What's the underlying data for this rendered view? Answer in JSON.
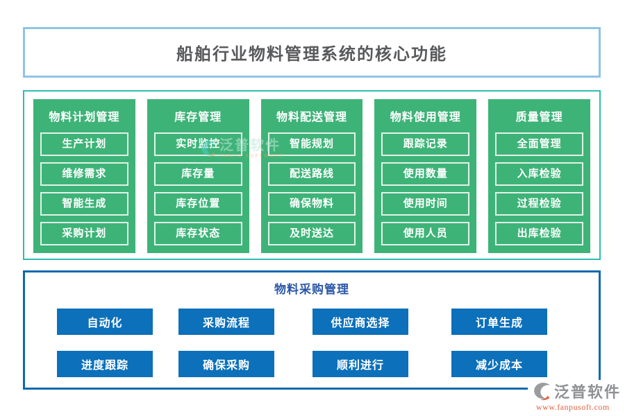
{
  "page": {
    "title": "船舶行业物料管理系统的核心功能"
  },
  "modules": [
    {
      "title": "物料计划管理",
      "items": [
        "生产计划",
        "维修需求",
        "智能生成",
        "采购计划"
      ]
    },
    {
      "title": "库存管理",
      "items": [
        "实时监控",
        "库存量",
        "库存位置",
        "库存状态"
      ]
    },
    {
      "title": "物料配送管理",
      "items": [
        "智能规划",
        "配送路线",
        "确保物料",
        "及时送达"
      ]
    },
    {
      "title": "物料使用管理",
      "items": [
        "跟踪记录",
        "使用数量",
        "使用时间",
        "使用人员"
      ]
    },
    {
      "title": "质量管理",
      "items": [
        "全面管理",
        "入库检验",
        "过程检验",
        "出库检验"
      ]
    }
  ],
  "procurement": {
    "title": "物料采购管理",
    "rows": [
      [
        "自动化",
        "采购流程",
        "供应商选择",
        "订单生成"
      ],
      [
        "进度跟踪",
        "确保采购",
        "顺利进行",
        "减少成本"
      ]
    ]
  },
  "watermark": {
    "text": "泛普软件",
    "subtext": "FANPU SOFTWARE"
  },
  "logo": {
    "name": "泛普软件",
    "url": "www.fanpusoft.com"
  },
  "colors": {
    "title_box_border": "#8ec4e6",
    "title_text": "#58595b",
    "modules_box_border": "#2cbeae",
    "module_green": "#3eb378",
    "module_item_border": "#e3f2e9",
    "module_text": "#ffffff",
    "procurement_box_border": "#0e68b0",
    "procurement_title_text": "#2b57a7",
    "button_blue": "#0c70ba",
    "button_text": "#ffffff",
    "logo_text_gray": "#8f9194",
    "logo_url_orange": "#e2603c"
  }
}
